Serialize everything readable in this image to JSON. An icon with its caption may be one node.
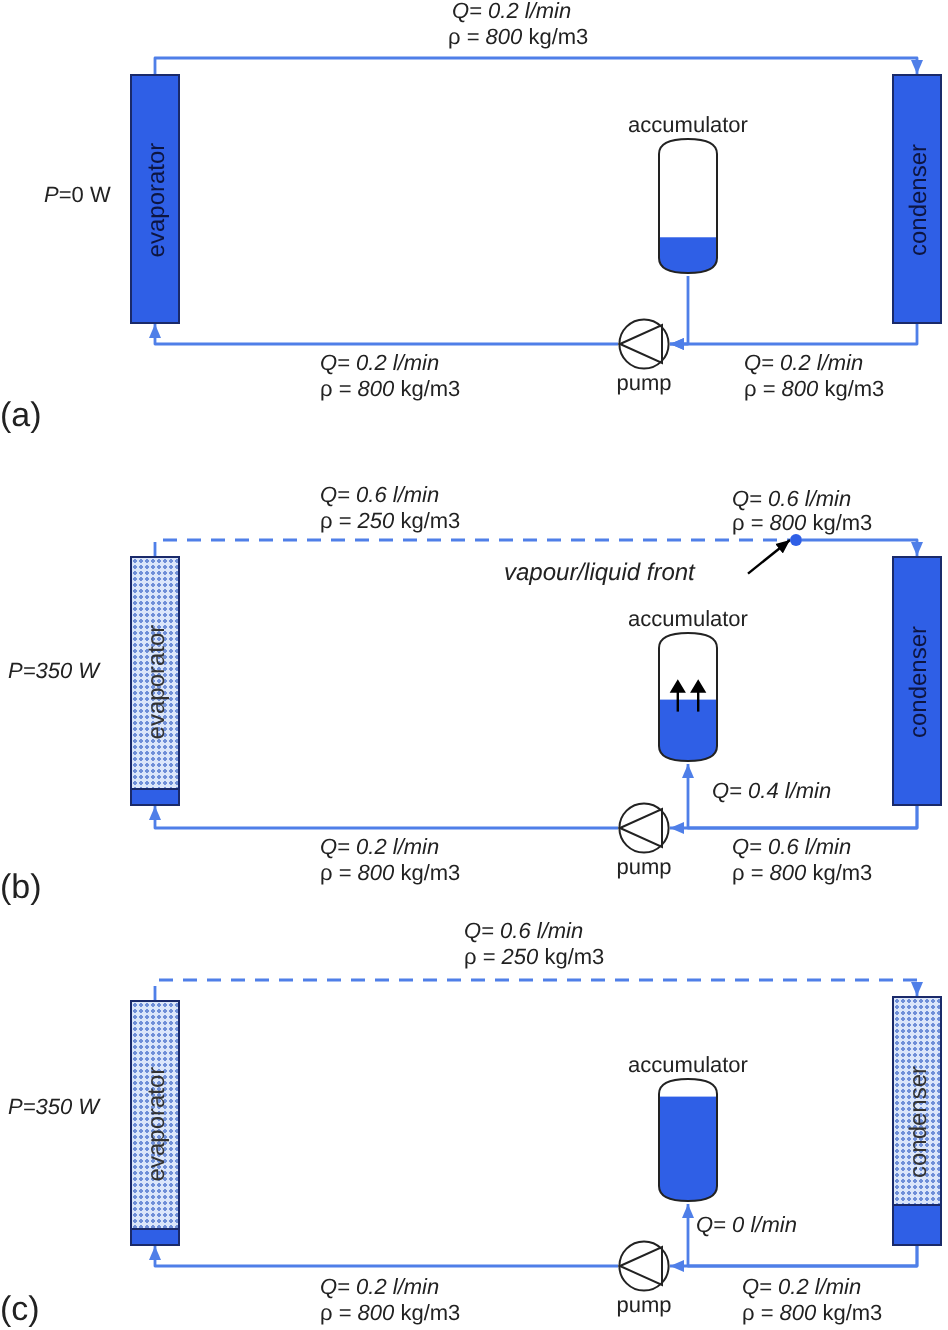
{
  "diagram": {
    "nodes": [
      {
        "text": [
          "evaporator"
        ]
      },
      {
        "text": [
          "condenser"
        ]
      },
      {
        "text": [
          "accumulator"
        ]
      },
      {
        "text": [
          "pump"
        ]
      },
      {
        "text": [
          "evaporator"
        ]
      },
      {
        "text": [
          "condenser"
        ]
      },
      {
        "text": [
          "accumulator"
        ]
      },
      {
        "text": [
          "pump"
        ]
      },
      {
        "text": [
          "vapour/liquid front"
        ]
      },
      {
        "text": [],
        "shape": "circle"
      },
      {
        "text": [
          "evaporator"
        ]
      },
      {
        "text": [
          "condenser"
        ]
      },
      {
        "text": [
          "accumulator"
        ]
      },
      {
        "text": [
          "pump"
        ]
      }
    ],
    "edges": [
      {
        "from": 0,
        "to": 1,
        "arrow": "to"
      },
      {
        "from": 1,
        "to": 3,
        "arrow": "to"
      },
      {
        "from": 3,
        "to": 0,
        "arrow": "to"
      },
      {
        "from": 2,
        "to": 3,
        "arrow": "to"
      },
      {
        "from": 4,
        "to": 9,
        "arrow": "none",
        "style": "dashed"
      },
      {
        "from": 9,
        "to": 5,
        "arrow": "to"
      },
      {
        "from": 5,
        "to": 7,
        "arrow": "to"
      },
      {
        "from": 7,
        "to": 4,
        "arrow": "to"
      },
      {
        "from": 5,
        "to": 6,
        "arrow": "to"
      },
      {
        "from": 8,
        "to": 9,
        "arrow": "to",
        "color": "#000000"
      },
      {
        "from": 10,
        "to": 11,
        "arrow": "to",
        "style": "dashed"
      },
      {
        "from": 11,
        "to": 13,
        "arrow": "to"
      },
      {
        "from": 13,
        "to": 10,
        "arrow": "to"
      },
      {
        "from": 11,
        "to": 12,
        "arrow": "to"
      }
    ],
    "labels": [
      "Q= 0.2 l/min",
      "ρ = *800* kg/m3",
      "*P*=0 W",
      "Q= 0.2 l/min",
      "ρ = *800* kg/m3",
      "Q= 0.2 l/min",
      "ρ = *800* kg/m3",
      "(a)",
      "Q= 0.6 l/min",
      "ρ = *250* kg/m3",
      "Q= 0.6 l/min",
      "ρ = *800* kg/m3",
      "P=350 W",
      "Q= 0.4 l/min",
      "Q= 0.2 l/min",
      "ρ = *800* kg/m3",
      "Q= 0.6 l/min",
      "ρ = *800* kg/m3",
      "(b)",
      "Q= 0.6 l/min",
      "ρ = *250* kg/m3",
      "P=350 W",
      "Q= 0 l/min",
      "Q= 0.2 l/min",
      "ρ = *800* kg/m3",
      "Q= 0.2 l/min",
      "ρ = *800* kg/m3",
      "(c)"
    ]
  }
}
